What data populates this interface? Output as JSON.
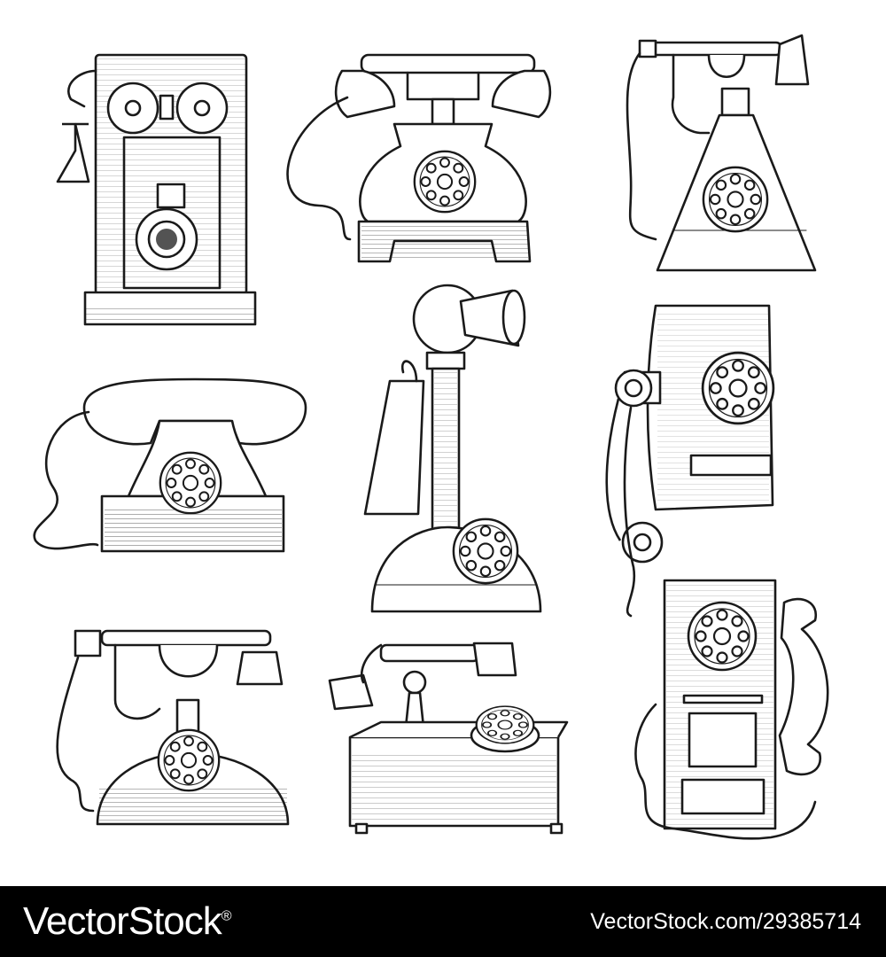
{
  "footer": {
    "brand": "VectorStock",
    "brand_mark": "®",
    "credit": "VectorStock.com/29385714",
    "background": "#000000",
    "text_color": "#ffffff"
  },
  "artwork": {
    "style": "black ink engraving on white",
    "ink_color": "#1a1a1a",
    "background": "#ffffff",
    "items": [
      {
        "name": "wall-crank-telephone"
      },
      {
        "name": "cradle-telephone-with-dome-receivers"
      },
      {
        "name": "cone-base-telephone-with-hook"
      },
      {
        "name": "rotary-desk-telephone"
      },
      {
        "name": "candlestick-telephone"
      },
      {
        "name": "wall-rotary-telephone-with-hanging-handset"
      },
      {
        "name": "dome-base-cradle-telephone"
      },
      {
        "name": "box-base-cradle-telephone"
      },
      {
        "name": "wall-payphone-with-side-handset"
      }
    ]
  }
}
